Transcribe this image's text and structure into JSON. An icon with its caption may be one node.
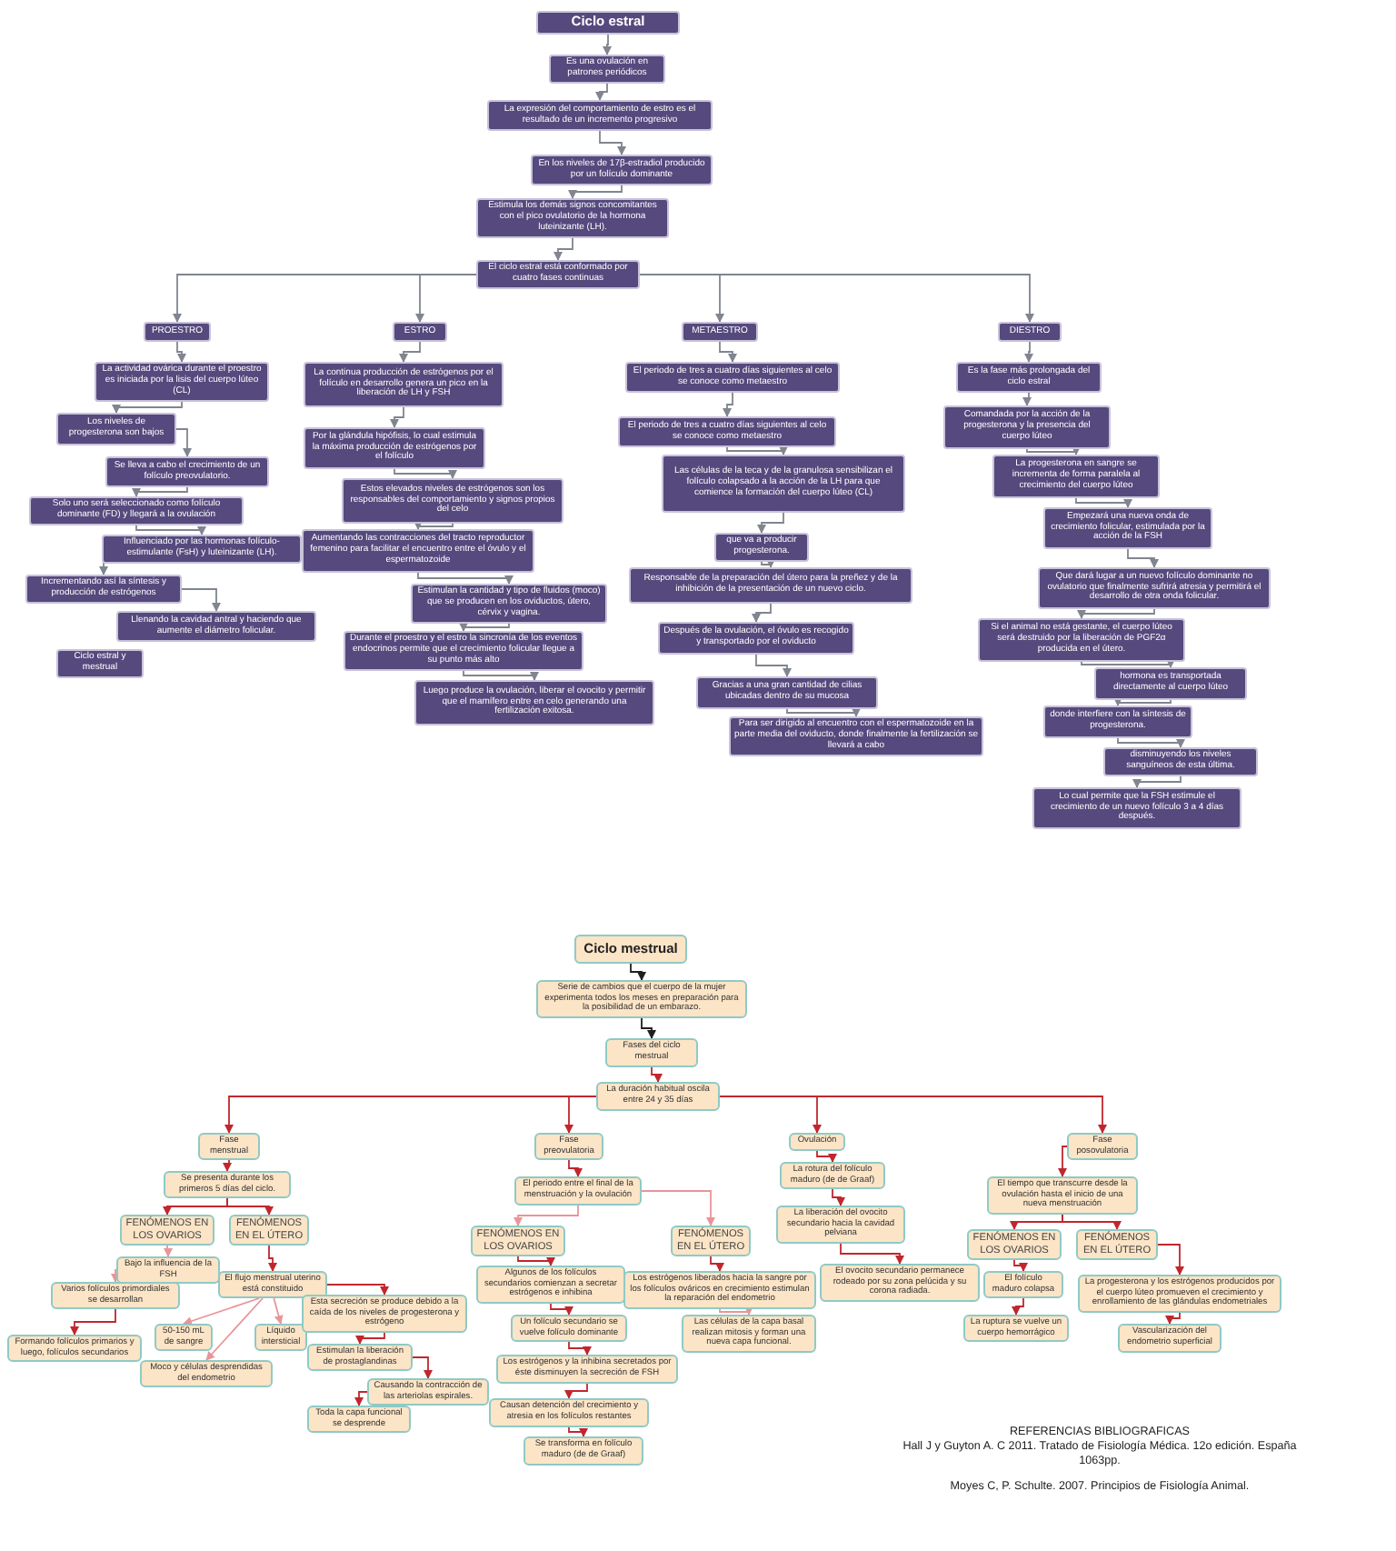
{
  "diagram": {
    "nodes": [
      {
        "text": [
          "Ciclo estral"
        ]
      },
      {
        "text": [
          "Es una ovulación en patrones periódicos"
        ]
      },
      {
        "text": [
          "La expresión del comportamiento de estro es el resultado de un incremento progresivo"
        ]
      },
      {
        "text": [
          "En los niveles de 17β-estradiol producido por un folículo dominante"
        ]
      },
      {
        "text": [
          "Estimula los demás signos concomitantes con el pico ovulatorio de la hormona luteinizante (LH)."
        ]
      },
      {
        "text": [
          "El ciclo estral está conformado por cuatro fases continuas"
        ]
      },
      {
        "text": [
          "PROESTRO"
        ]
      },
      {
        "text": [
          "ESTRO"
        ]
      },
      {
        "text": [
          "METAESTRO"
        ]
      },
      {
        "text": [
          "DIESTRO"
        ]
      },
      {
        "text": [
          "La actividad ovárica durante el proestro es iniciada por la lisis del cuerpo lúteo (CL)"
        ]
      },
      {
        "text": [
          "Los niveles de progesterona son bajos"
        ]
      },
      {
        "text": [
          "Se lleva a cabo el crecimiento de un folículo preovulatorio."
        ]
      },
      {
        "text": [
          "Solo uno será seleccionado como folículo dominante (FD) y llegará a la ovulación"
        ]
      },
      {
        "text": [
          "Influenciado por las hormonas folículo-estimulante (FsH) y luteinizante (LH)."
        ]
      },
      {
        "text": [
          "Incrementando así la síntesis y producción de estrógenos"
        ]
      },
      {
        "text": [
          "Llenando la cavidad antral y haciendo que aumente el diámetro folicular."
        ]
      },
      {
        "text": [
          "Ciclo estral y mestrual"
        ]
      },
      {
        "text": [
          "La continua producción de estrógenos por el folículo en desarrollo genera un pico en la liberación de LH y FSH"
        ]
      },
      {
        "text": [
          "Por la glándula hipófisis, lo cual estimula la máxima producción de estrógenos por el folículo"
        ]
      },
      {
        "text": [
          "Estos elevados niveles de estrógenos son los responsables del comportamiento y signos propios del celo"
        ]
      },
      {
        "text": [
          "Aumentando las contracciones del tracto reproductor femenino para facilitar el encuentro entre el óvulo y el espermatozoide"
        ]
      },
      {
        "text": [
          "Estimulan la cantidad y tipo de fluidos (moco) que se producen en los oviductos, útero, cérvix y vagina."
        ]
      },
      {
        "text": [
          "Durante el proestro y el estro la sincronía de los eventos endocrinos permite que el crecimiento folicular llegue a su punto más alto"
        ]
      },
      {
        "text": [
          "Luego produce la ovulación, liberar el ovocito y permitir que el mamífero entre en celo generando una fertilización exitosa."
        ]
      },
      {
        "text": [
          "El periodo de tres a cuatro días siguientes al celo se conoce como metaestro"
        ]
      },
      {
        "text": [
          "El periodo de tres a cuatro días siguientes al celo se conoce como metaestro"
        ]
      },
      {
        "text": [
          "Las células de la teca y de la granulosa sensibilizan el folículo colapsado a la acción de la LH para que comience la formación del cuerpo lúteo (CL)"
        ]
      },
      {
        "text": [
          "que va a producir progesterona."
        ]
      },
      {
        "text": [
          "Responsable de la preparación del útero para la preñez y de la inhibición de la presentación de un nuevo ciclo."
        ]
      },
      {
        "text": [
          "Después de la ovulación, el óvulo es recogido y transportado por el oviducto"
        ]
      },
      {
        "text": [
          "Gracias a una gran cantidad de cilias ubicadas dentro de su mucosa"
        ]
      },
      {
        "text": [
          "Para ser dirigido al encuentro con el espermatozoide en la parte media del oviducto, donde finalmente la fertilización se llevará a cabo"
        ]
      },
      {
        "text": [
          "Es la fase más prolongada del ciclo estral"
        ]
      },
      {
        "text": [
          "Comandada por la acción de la progesterona y la presencia del cuerpo lúteo"
        ]
      },
      {
        "text": [
          "La progesterona en sangre se incrementa de forma paralela al crecimiento del cuerpo lúteo"
        ]
      },
      {
        "text": [
          "Empezará una nueva onda de crecimiento folicular, estimulada por la acción de la FSH"
        ]
      },
      {
        "text": [
          "Que dará lugar a un nuevo folículo dominante no ovulatorio que finalmente sufrirá atresia y permitirá el desarrollo de otra onda folicular."
        ]
      },
      {
        "text": [
          "Si el animal no está gestante, el cuerpo lúteo será destruido por la liberación de PGF2α producida en el útero."
        ]
      },
      {
        "text": [
          "hormona es transportada directamente al cuerpo lúteo"
        ]
      },
      {
        "text": [
          "donde interfiere con la síntesis de progesterona."
        ]
      },
      {
        "text": [
          "disminuyendo los niveles sanguíneos de esta última."
        ]
      },
      {
        "text": [
          "Lo cual permite que la FSH estimule el crecimiento de un nuevo folículo 3 a 4 días después."
        ]
      },
      {
        "text": [
          "Ciclo mestrual"
        ]
      },
      {
        "text": [
          "Serie de cambios que el cuerpo de la mujer experimenta todos los meses en preparación para la posibilidad de un embarazo."
        ]
      },
      {
        "text": [
          "Fases del ciclo mestrual"
        ]
      },
      {
        "text": [
          "La duración habitual oscila entre 24 y 35 días"
        ]
      },
      {
        "text": [
          "Fase menstrual"
        ]
      },
      {
        "text": [
          "Fase preovulatoria"
        ]
      },
      {
        "text": [
          "Ovulación"
        ]
      },
      {
        "text": [
          "Fase posovulatoria"
        ]
      },
      {
        "text": [
          "Se presenta durante los primeros 5 días del ciclo."
        ]
      },
      {
        "text": [
          "FENÓMENOS EN LOS OVARIOS"
        ]
      },
      {
        "text": [
          "FENÓMENOS EN EL ÚTERO"
        ]
      },
      {
        "text": [
          "Bajo la influencia de la FSH"
        ]
      },
      {
        "text": [
          "Varios folículos primordiales se desarrollan"
        ]
      },
      {
        "text": [
          "Formando folículos primarios y luego, folículos secundarios"
        ]
      },
      {
        "text": [
          "El flujo menstrual uterino está constituido"
        ]
      },
      {
        "text": [
          "50-150 mL de sangre"
        ]
      },
      {
        "text": [
          "Líquido intersticial"
        ]
      },
      {
        "text": [
          "Moco y células desprendidas del endometrio"
        ]
      },
      {
        "text": [
          "Esta secreción se produce debido a la caída de los niveles de progesterona y estrógeno"
        ]
      },
      {
        "text": [
          "Estimulan la liberación de prostaglandinas"
        ]
      },
      {
        "text": [
          "Causando la contracción de las arteriolas espirales."
        ]
      },
      {
        "text": [
          "Toda la capa funcional se desprende"
        ]
      },
      {
        "text": [
          "El periodo entre el final de la menstruación y la ovulación"
        ]
      },
      {
        "text": [
          "FENÓMENOS EN LOS OVARIOS"
        ]
      },
      {
        "text": [
          "FENÓMENOS EN EL ÚTERO"
        ]
      },
      {
        "text": [
          "Algunos de los folículos secundarios comienzan a secretar estrógenos e inhibina"
        ]
      },
      {
        "text": [
          "Un folículo secundario se vuelve folículo dominante"
        ]
      },
      {
        "text": [
          "Los estrógenos y la inhibina secretados por éste disminuyen la secreción de FSH"
        ]
      },
      {
        "text": [
          "Causan detención del crecimiento y atresia en los folículos restantes"
        ]
      },
      {
        "text": [
          "Se transforma en folículo maduro (de de Graaf)"
        ]
      },
      {
        "text": [
          "Los estrógenos liberados hacia la sangre por los folículos ováricos en crecimiento estimulan la reparación del endometrio"
        ]
      },
      {
        "text": [
          "Las células de la capa basal realizan mitosis y forman una nueva capa funcional."
        ]
      },
      {
        "text": [
          "La rotura del folículo maduro (de de Graaf)"
        ]
      },
      {
        "text": [
          "La liberación del ovocito secundario hacia la cavidad pelviana"
        ]
      },
      {
        "text": [
          "El ovocito secundario permanece rodeado por su zona pelúcida y su corona radiada."
        ]
      },
      {
        "text": [
          "El tiempo que transcurre desde la ovulación hasta el inicio de una nueva menstruación"
        ]
      },
      {
        "text": [
          "FENÓMENOS EN LOS OVARIOS"
        ]
      },
      {
        "text": [
          "FENÓMENOS EN EL ÚTERO"
        ]
      },
      {
        "text": [
          "El folículo maduro colapsa"
        ]
      },
      {
        "text": [
          "La ruptura se vuelve un cuerpo hemorrágico"
        ]
      },
      {
        "text": [
          "La progesterona y los estrógenos producidos por el cuerpo lúteo promueven el crecimiento y enrollamiento de las glándulas endometriales"
        ]
      },
      {
        "text": [
          "Vascularización del endometrio superficial"
        ]
      }
    ],
    "edges": [
      {
        "from": 0,
        "to": 1,
        "arrow": "to"
      },
      {
        "from": 1,
        "to": 2,
        "arrow": "to"
      },
      {
        "from": 2,
        "to": 3,
        "arrow": "to"
      },
      {
        "from": 3,
        "to": 4,
        "arrow": "to"
      },
      {
        "from": 4,
        "to": 5,
        "arrow": "to"
      },
      {
        "from": 5,
        "to": 6,
        "arrow": "to"
      },
      {
        "from": 5,
        "to": 7,
        "arrow": "to"
      },
      {
        "from": 5,
        "to": 8,
        "arrow": "to"
      },
      {
        "from": 5,
        "to": 9,
        "arrow": "to"
      },
      {
        "from": 6,
        "to": 10,
        "arrow": "to"
      },
      {
        "from": 10,
        "to": 11,
        "arrow": "to"
      },
      {
        "from": 11,
        "to": 12,
        "arrow": "to"
      },
      {
        "from": 12,
        "to": 13,
        "arrow": "to"
      },
      {
        "from": 13,
        "to": 14,
        "arrow": "to"
      },
      {
        "from": 14,
        "to": 15,
        "arrow": "to"
      },
      {
        "from": 15,
        "to": 16,
        "arrow": "to"
      },
      {
        "from": 7,
        "to": 18,
        "arrow": "to"
      },
      {
        "from": 18,
        "to": 19,
        "arrow": "to"
      },
      {
        "from": 19,
        "to": 20,
        "arrow": "to"
      },
      {
        "from": 20,
        "to": 21,
        "arrow": "to"
      },
      {
        "from": 21,
        "to": 22,
        "arrow": "to"
      },
      {
        "from": 22,
        "to": 23,
        "arrow": "to"
      },
      {
        "from": 23,
        "to": 24,
        "arrow": "to"
      },
      {
        "from": 8,
        "to": 25,
        "arrow": "to"
      },
      {
        "from": 25,
        "to": 26,
        "arrow": "to"
      },
      {
        "from": 26,
        "to": 27,
        "arrow": "to"
      },
      {
        "from": 27,
        "to": 28,
        "arrow": "to"
      },
      {
        "from": 28,
        "to": 29,
        "arrow": "to"
      },
      {
        "from": 29,
        "to": 30,
        "arrow": "to"
      },
      {
        "from": 30,
        "to": 31,
        "arrow": "to"
      },
      {
        "from": 31,
        "to": 32,
        "arrow": "to"
      },
      {
        "from": 9,
        "to": 33,
        "arrow": "to"
      },
      {
        "from": 33,
        "to": 34,
        "arrow": "to"
      },
      {
        "from": 34,
        "to": 35,
        "arrow": "to"
      },
      {
        "from": 35,
        "to": 36,
        "arrow": "to"
      },
      {
        "from": 36,
        "to": 37,
        "arrow": "to"
      },
      {
        "from": 37,
        "to": 38,
        "arrow": "to"
      },
      {
        "from": 38,
        "to": 39,
        "arrow": "to"
      },
      {
        "from": 39,
        "to": 40,
        "arrow": "to"
      },
      {
        "from": 40,
        "to": 41,
        "arrow": "to"
      },
      {
        "from": 41,
        "to": 42,
        "arrow": "to"
      },
      {
        "from": 43,
        "to": 44,
        "arrow": "to",
        "color": "#1f1f1f"
      },
      {
        "from": 44,
        "to": 45,
        "arrow": "to",
        "color": "#1f1f1f"
      },
      {
        "from": 45,
        "to": 46,
        "arrow": "to",
        "color": "#c0272d"
      },
      {
        "from": 46,
        "to": 47,
        "arrow": "to",
        "color": "#c0272d"
      },
      {
        "from": 46,
        "to": 48,
        "arrow": "to",
        "color": "#c0272d"
      },
      {
        "from": 46,
        "to": 49,
        "arrow": "to",
        "color": "#c0272d"
      },
      {
        "from": 46,
        "to": 50,
        "arrow": "to",
        "color": "#c0272d"
      },
      {
        "from": 47,
        "to": 51,
        "arrow": "to",
        "color": "#c0272d"
      },
      {
        "from": 51,
        "to": 52,
        "arrow": "to",
        "color": "#c0272d"
      },
      {
        "from": 51,
        "to": 53,
        "arrow": "to",
        "color": "#c0272d"
      },
      {
        "from": 52,
        "to": 54,
        "arrow": "to",
        "color": "#e8959a"
      },
      {
        "from": 54,
        "to": 55,
        "arrow": "to",
        "color": "#e8959a"
      },
      {
        "from": 55,
        "to": 56,
        "arrow": "to",
        "color": "#c0272d"
      },
      {
        "from": 53,
        "to": 57,
        "arrow": "to",
        "color": "#c0272d"
      },
      {
        "from": 57,
        "to": 58,
        "arrow": "to",
        "color": "#e8959a"
      },
      {
        "from": 57,
        "to": 59,
        "arrow": "to",
        "color": "#e8959a"
      },
      {
        "from": 57,
        "to": 60,
        "arrow": "to",
        "color": "#e8959a"
      },
      {
        "from": 57,
        "to": 61,
        "arrow": "to",
        "color": "#c0272d"
      },
      {
        "from": 61,
        "to": 62,
        "arrow": "to",
        "color": "#c0272d"
      },
      {
        "from": 62,
        "to": 63,
        "arrow": "to",
        "color": "#c0272d"
      },
      {
        "from": 63,
        "to": 64,
        "arrow": "to",
        "color": "#c0272d"
      },
      {
        "from": 48,
        "to": 65,
        "arrow": "to",
        "color": "#c0272d"
      },
      {
        "from": 65,
        "to": 66,
        "arrow": "to",
        "color": "#e8959a"
      },
      {
        "from": 65,
        "to": 67,
        "arrow": "to",
        "color": "#e8959a"
      },
      {
        "from": 66,
        "to": 68,
        "arrow": "to",
        "color": "#c0272d"
      },
      {
        "from": 68,
        "to": 69,
        "arrow": "to",
        "color": "#c0272d"
      },
      {
        "from": 69,
        "to": 70,
        "arrow": "to",
        "color": "#c0272d"
      },
      {
        "from": 70,
        "to": 71,
        "arrow": "to",
        "color": "#c0272d"
      },
      {
        "from": 71,
        "to": 72,
        "arrow": "to",
        "color": "#c0272d"
      },
      {
        "from": 67,
        "to": 73,
        "arrow": "to",
        "color": "#c0272d"
      },
      {
        "from": 73,
        "to": 74,
        "arrow": "to",
        "color": "#e8959a"
      },
      {
        "from": 49,
        "to": 75,
        "arrow": "to",
        "color": "#c0272d"
      },
      {
        "from": 75,
        "to": 76,
        "arrow": "to",
        "color": "#c0272d"
      },
      {
        "from": 76,
        "to": 77,
        "arrow": "to",
        "color": "#c0272d"
      },
      {
        "from": 50,
        "to": 78,
        "arrow": "to",
        "color": "#c0272d"
      },
      {
        "from": 78,
        "to": 79,
        "arrow": "to",
        "color": "#c0272d"
      },
      {
        "from": 78,
        "to": 80,
        "arrow": "to",
        "color": "#c0272d"
      },
      {
        "from": 79,
        "to": 81,
        "arrow": "to",
        "color": "#c0272d"
      },
      {
        "from": 81,
        "to": 82,
        "arrow": "to",
        "color": "#c0272d"
      },
      {
        "from": 80,
        "to": 83,
        "arrow": "to",
        "color": "#c0272d"
      },
      {
        "from": 83,
        "to": 84,
        "arrow": "to",
        "color": "#c0272d"
      }
    ],
    "labels": [
      "REFERENCIAS BIBLIOGRAFICAS",
      "Hall J y Guyton A. C 2011. Tratado de Fisiología Médica. 12o edición. España 1063pp.",
      "Moyes C, P. Schulte. 2007. Principios de Fisiología Animal."
    ]
  }
}
